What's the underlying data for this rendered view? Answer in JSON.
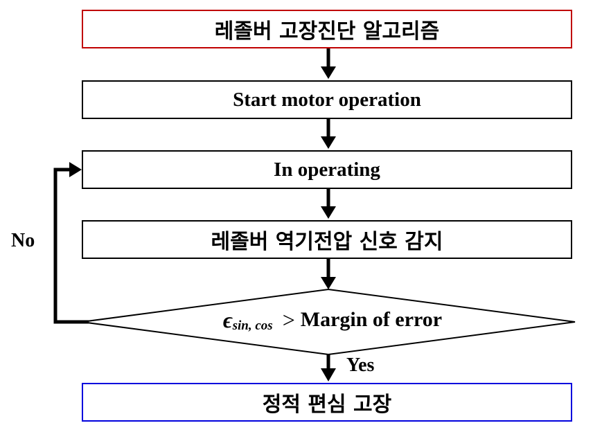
{
  "flowchart": {
    "title": "레졸버 고장진단 알고리즘",
    "steps": {
      "start": "Start motor operation",
      "operating": "In operating",
      "detect": "레졸버 역기전압 신호 감지"
    },
    "decision": {
      "symbol": "ϵ",
      "subscript": "sin, cos",
      "operator": ">",
      "text": "Margin of error"
    },
    "branches": {
      "no": "No",
      "yes": "Yes"
    },
    "result": "정적 편심 고장"
  },
  "colors": {
    "title_border": "#c00000",
    "result_border": "#0000dd",
    "line": "#000000"
  }
}
